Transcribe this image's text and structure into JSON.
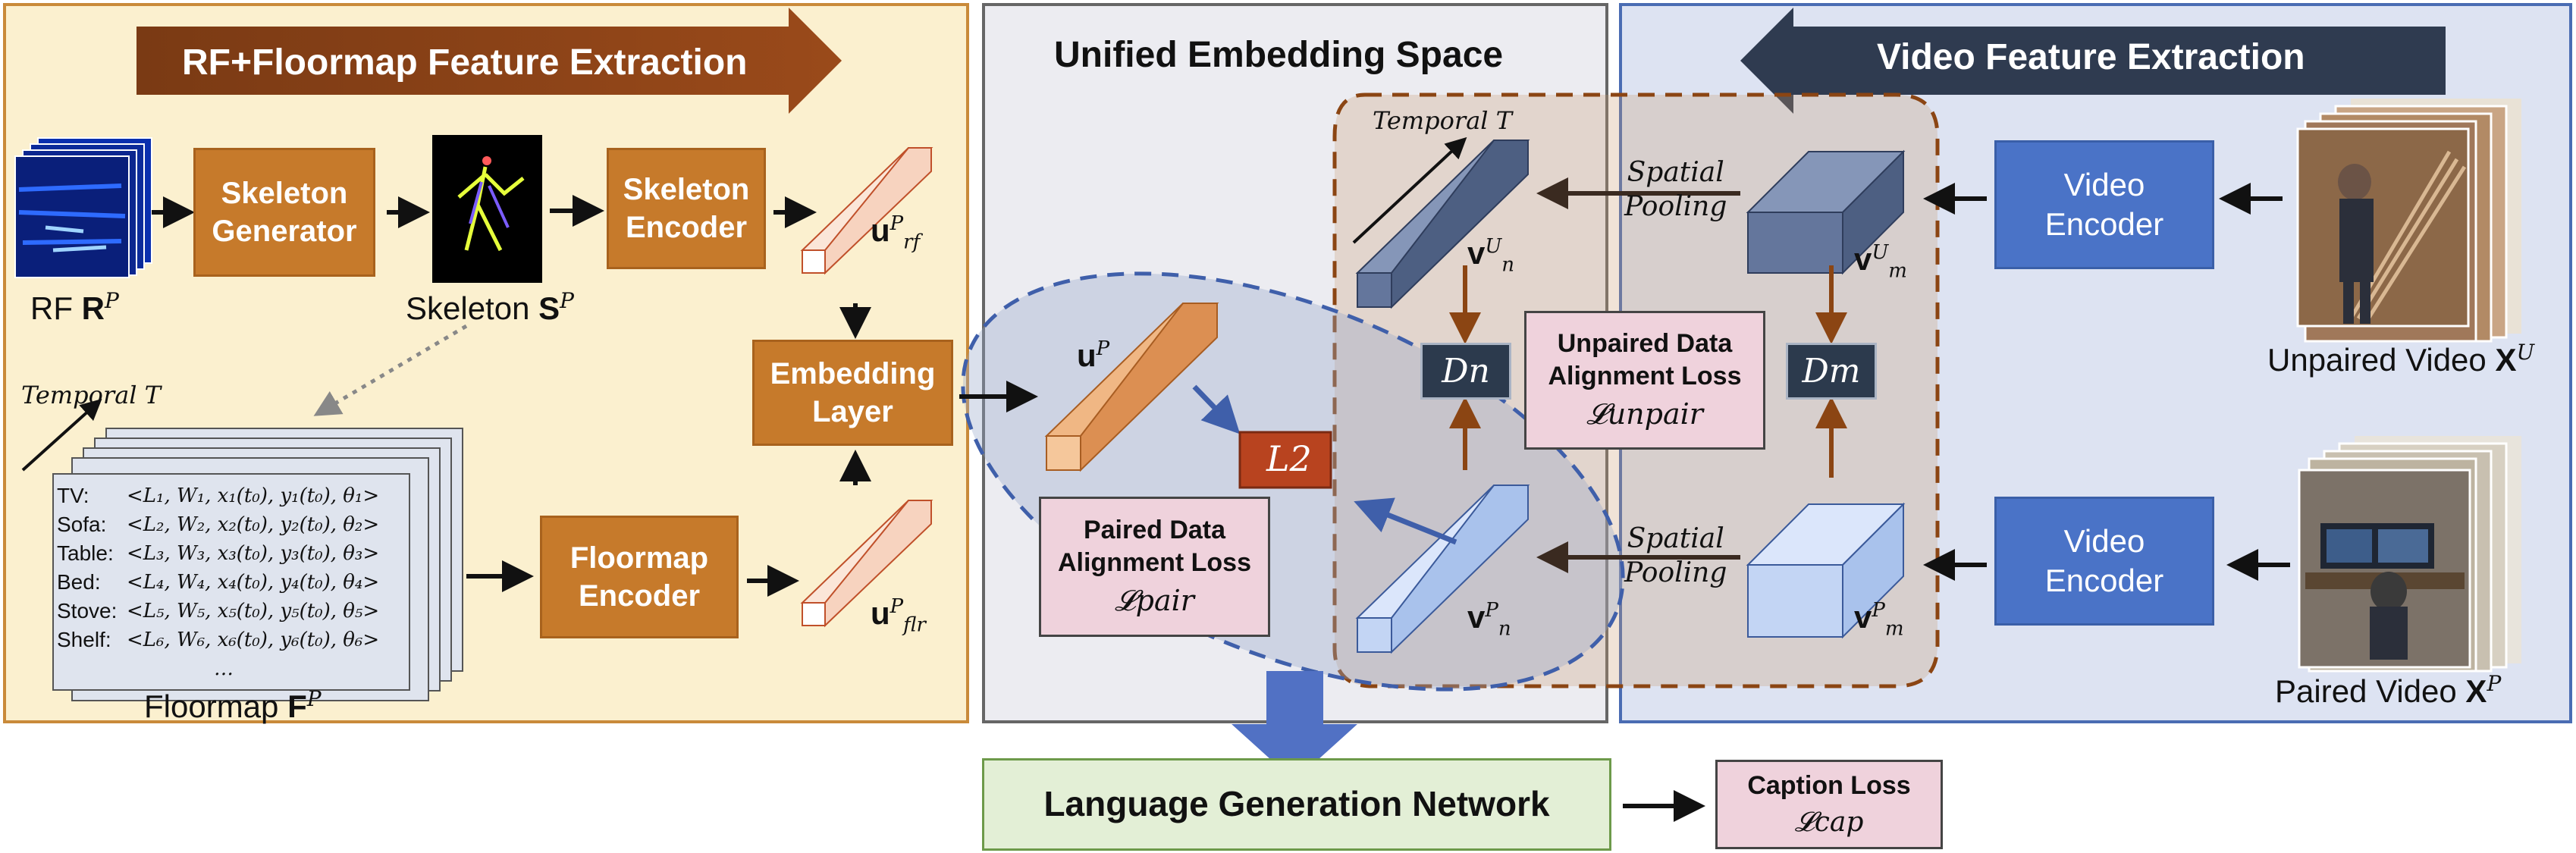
{
  "panels": {
    "rf": {
      "title": "RF+Floormap Feature Extraction"
    },
    "unified": {
      "title": "Unified Embedding Space"
    },
    "video": {
      "title": "Video Feature Extraction"
    }
  },
  "boxes": {
    "skeleton_generator": "Skeleton\nGenerator",
    "skeleton_encoder": "Skeleton\nEncoder",
    "embedding_layer": "Embedding\nLayer",
    "floormap_encoder": "Floormap\nEncoder",
    "video_encoder_unpaired": "Video\nEncoder",
    "video_encoder_paired": "Video\nEncoder",
    "language_generation": "Language Generation Network"
  },
  "losses": {
    "paired": {
      "title": "Paired Data\nAlignment Loss",
      "symbol": "𝓛pair"
    },
    "unpaired": {
      "title": "Unpaired Data\nAlignment Loss",
      "symbol": "𝓛unpair"
    },
    "caption": {
      "title": "Caption Loss",
      "symbol": "𝓛cap"
    },
    "l2": "L2"
  },
  "labels": {
    "rf": {
      "text": "RF",
      "symbol": "R",
      "sup": "P"
    },
    "skeleton": {
      "text": "Skeleton",
      "symbol": "S",
      "sup": "P"
    },
    "floormap": {
      "text": "Floormap",
      "symbol": "F",
      "sup": "P"
    },
    "unpaired_video": {
      "text": "Unpaired Video",
      "symbol": "X",
      "sup": "U"
    },
    "paired_video": {
      "text": "Paired Video",
      "symbol": "X",
      "sup": "P"
    },
    "temporal_1": "Temporal T",
    "temporal_2": "Temporal T",
    "spatial_pooling_1": "Spatial\nPooling",
    "spatial_pooling_2": "Spatial\nPooling"
  },
  "vectors": {
    "u_rf": {
      "base": "u",
      "sup": "P",
      "sub": "rf"
    },
    "u_flr": {
      "base": "u",
      "sup": "P",
      "sub": "flr"
    },
    "u_p": {
      "base": "u",
      "sup": "P",
      "sub": ""
    },
    "v_n_u": {
      "base": "v",
      "sup": "U",
      "sub": "n"
    },
    "v_n_p": {
      "base": "v",
      "sup": "P",
      "sub": "n"
    },
    "v_m_u": {
      "base": "v",
      "sup": "U",
      "sub": "m"
    },
    "v_m_p": {
      "base": "v",
      "sup": "P",
      "sub": "m"
    },
    "d_n": "Dn",
    "d_m": "Dm"
  },
  "floormap_rows": [
    {
      "name": "TV:",
      "tuple": "<L₁, W₁, x₁(t₀), y₁(t₀), θ₁>"
    },
    {
      "name": "Sofa:",
      "tuple": "<L₂, W₂, x₂(t₀), y₂(t₀), θ₂>"
    },
    {
      "name": "Table:",
      "tuple": "<L₃, W₃, x₃(t₀), y₃(t₀), θ₃>"
    },
    {
      "name": "Bed:",
      "tuple": "<L₄, W₄, x₄(t₀), y₄(t₀), θ₄>"
    },
    {
      "name": "Stove:",
      "tuple": "<L₅, W₅, x₅(t₀), y₅(t₀), θ₅>"
    },
    {
      "name": "Shelf:",
      "tuple": "<L₆, W₆, x₆(t₀), y₆(t₀), θ₆>"
    },
    {
      "name": "",
      "tuple": "…"
    }
  ],
  "colors": {
    "rf_panel_bg": "#fbf0cf",
    "rf_panel_border": "#c98a3a",
    "unified_panel_bg": "#ececf1",
    "video_panel_bg": "#dde3f2",
    "video_panel_border": "#4a6cb3",
    "orange_box": "#c67a2b",
    "blue_box": "#4a73c7",
    "pink_box": "#efd2dc",
    "green_box": "#e3efd6",
    "dark_box": "#2c3a4d",
    "l2_box": "#b8431f",
    "brown_arrow": "#8b4513"
  }
}
